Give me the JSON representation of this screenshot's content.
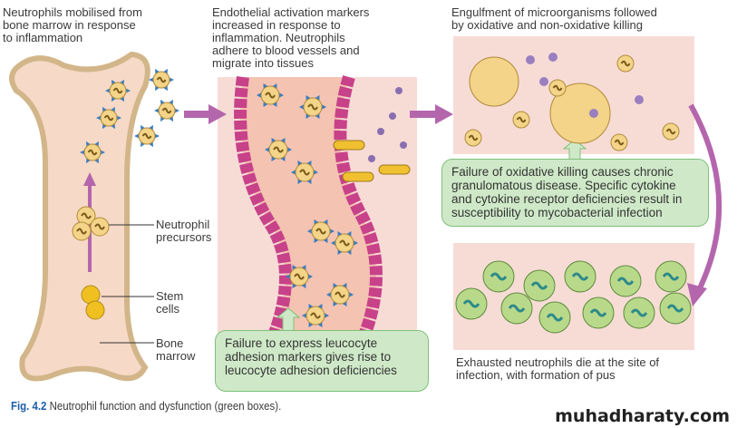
{
  "steps": {
    "mobilisation": "Neutrophils mobilised from\nbone marrow in response\nto inflammation",
    "activation": "Endothelial activation markers\nincreased in response to\ninflammation. Neutrophils\nadhere to blood vessels and\nmigrate into tissues",
    "engulfment": "Engulfment of microorganisms followed\nby oxidative and non-oxidative killing",
    "death": "Exhausted neutrophils die at the site of\ninfection, with formation of pus"
  },
  "labels": {
    "precursors": "Neutrophil\nprecursors",
    "stem_cells": "Stem\ncells",
    "bone_marrow": "Bone\nmarrow"
  },
  "green_boxes": {
    "adhesion": "Failure to express leucocyte\nadhesion markers gives rise to\nleucocyte adhesion deficiencies",
    "oxidative": "Failure of oxidative killing causes chronic\ngranulomatous disease. Specific cytokine\nand cytokine receptor deficiencies result in\nsusceptibility to mycobacterial infection"
  },
  "caption": {
    "number": "Fig. 4.2",
    "text": " Neutrophil function and dysfunction (green boxes)."
  },
  "watermark": "muhadharaty.com",
  "colors": {
    "arrow": "#b466ad",
    "green_box": "#cfe9c8",
    "panel": "#f7dcd6",
    "neutrophil": "#f3d488",
    "spike": "#3a7cc0",
    "pus_cell": "#b9d98a"
  }
}
